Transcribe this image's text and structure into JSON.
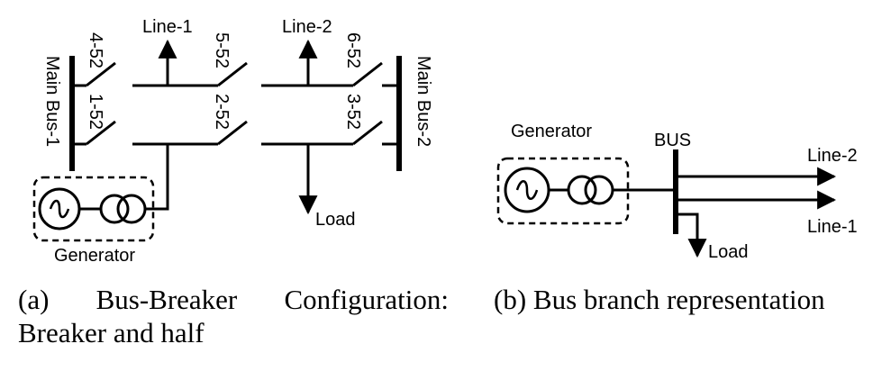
{
  "panel_a": {
    "labels": {
      "main_bus_1": "Main Bus-1",
      "main_bus_2": "Main Bus-2",
      "line_1": "Line-1",
      "line_2": "Line-2",
      "load": "Load",
      "generator": "Generator",
      "breaker_4_52": "4-52",
      "breaker_1_52": "1-52",
      "breaker_5_52": "5-52",
      "breaker_2_52": "2-52",
      "breaker_6_52": "6-52",
      "breaker_3_52": "3-52"
    },
    "caption": {
      "tag": "(a)",
      "word1": "Bus-Breaker",
      "word2": "Configuration:",
      "line2": "Breaker and half"
    }
  },
  "panel_b": {
    "labels": {
      "generator": "Generator",
      "bus": "BUS",
      "line_2": "Line-2",
      "line_1": "Line-1",
      "load": "Load"
    },
    "caption": "(b) Bus branch representation"
  }
}
